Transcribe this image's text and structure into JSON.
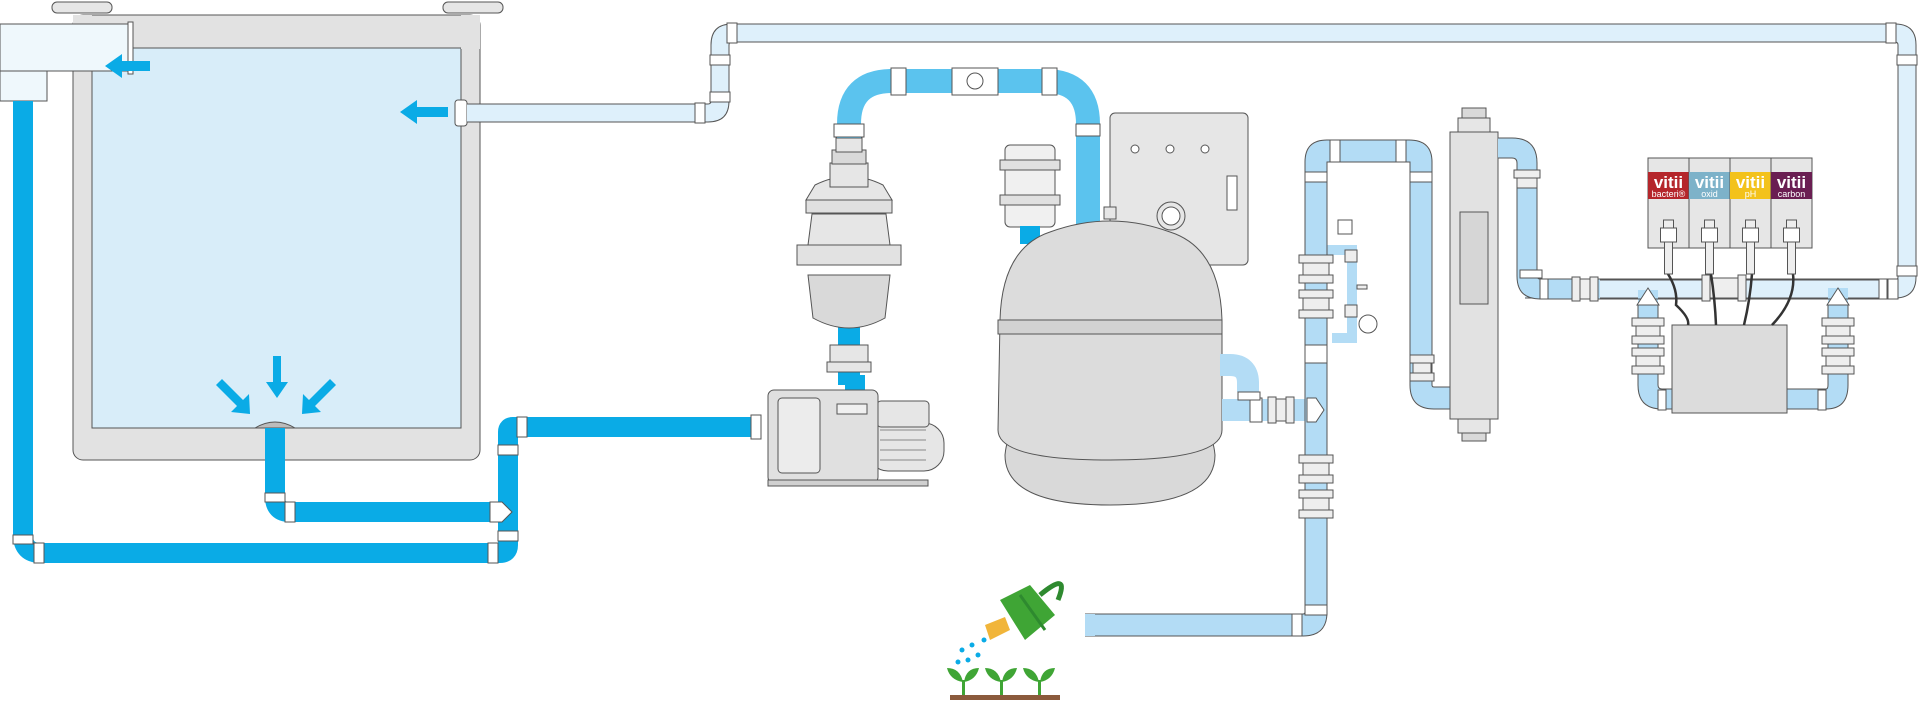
{
  "diagram": {
    "colors": {
      "pipe_main": "#0aabe6",
      "pipe_light": "#b3dcf5",
      "pipe_pale": "#def0fb",
      "water": "#d8edf9",
      "pool_wall": "#e2e2e2",
      "equipment": "#d9d9d9",
      "equipment_light": "#e8e8e8",
      "outline": "#555555",
      "arrow": "#0aabe6",
      "can_green": "#3fa535",
      "can_spout": "#f1b53a",
      "soil": "#8b5a3c"
    },
    "products": [
      {
        "brand": "vitii",
        "sub": "bacteri®",
        "color": "#b5262b"
      },
      {
        "brand": "vitii",
        "sub": "oxid",
        "color": "#7db2c9"
      },
      {
        "brand": "vitii",
        "sub": "pH",
        "color": "#f3c21b"
      },
      {
        "brand": "vitii",
        "sub": "carbon",
        "color": "#6a1e52"
      }
    ]
  }
}
